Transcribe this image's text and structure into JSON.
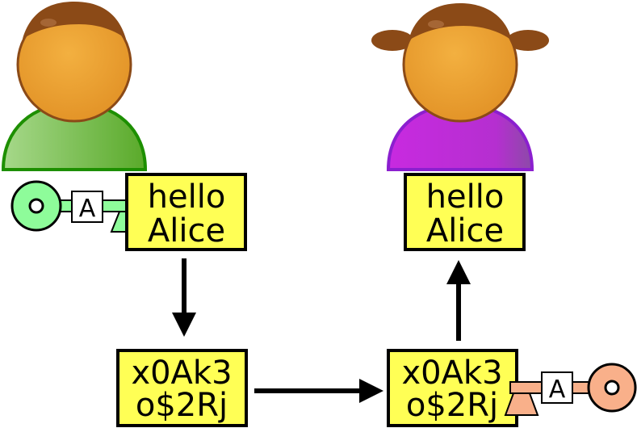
{
  "colors": {
    "box_fill": "#ffff55",
    "skin": "#e8a030",
    "hair": "#8b4a17",
    "alice_shirt": "#6db33f",
    "alice_shirt_stroke": "#1d8f00",
    "bob_shirt": "#c02ad8",
    "bob_shirt_stroke": "#8b1fcf",
    "green_key": "#8efc9a",
    "orange_key": "#f9b08a"
  },
  "sender": {
    "name_icon": "person-green-shirt-icon"
  },
  "receiver": {
    "name_icon": "person-purple-shirt-icon"
  },
  "plaintext_sender": {
    "line1": "hello",
    "line2": "Alice"
  },
  "plaintext_receiver": {
    "line1": "hello",
    "line2": "Alice"
  },
  "ciphertext_left": {
    "line1": "x0Ak3",
    "line2": "o$2Rj"
  },
  "ciphertext_right": {
    "line1": "x0Ak3",
    "line2": "o$2Rj"
  },
  "green_key": {
    "label": "A",
    "icon": "key-icon"
  },
  "orange_key": {
    "label": "A",
    "icon": "key-icon"
  }
}
